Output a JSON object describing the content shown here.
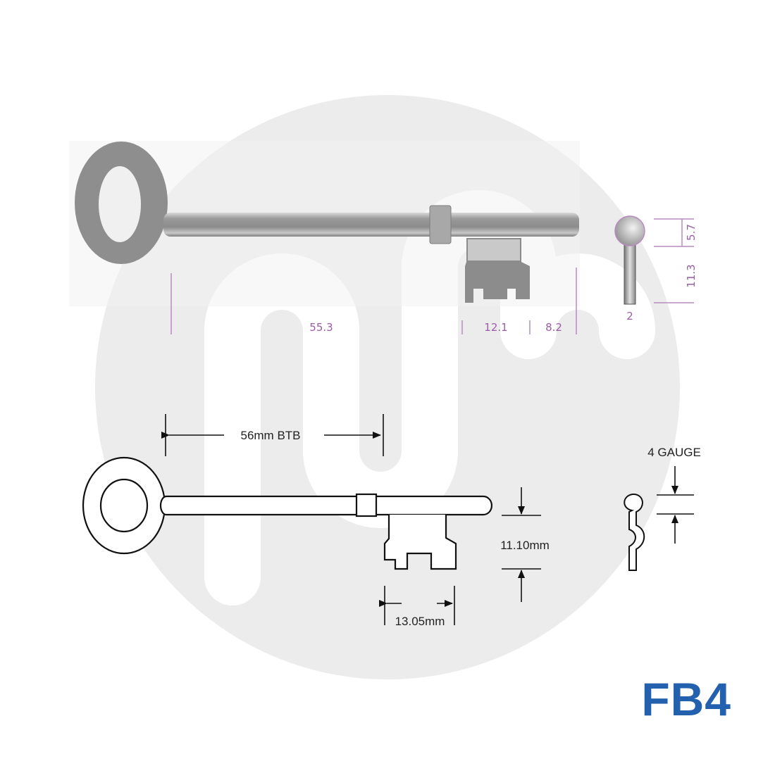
{
  "product": {
    "code": "FB4",
    "code_color": "#2360ad"
  },
  "photo_view": {
    "dimensions": {
      "shank_length": "55.3",
      "bit_width": "12.1",
      "tip_length": "8.2"
    },
    "end_view": {
      "head_diameter": "5.7",
      "bit_height": "11.3",
      "thickness": "2"
    },
    "dimension_color": "#9b5ea6"
  },
  "line_drawing": {
    "btb_label": "56mm BTB",
    "bit_height_label": "11.10mm",
    "bit_width_label": "13.05mm",
    "gauge_label": "4 GAUGE"
  },
  "watermark": {
    "circle_color": "#ececec",
    "band_color": "#ffffff"
  }
}
